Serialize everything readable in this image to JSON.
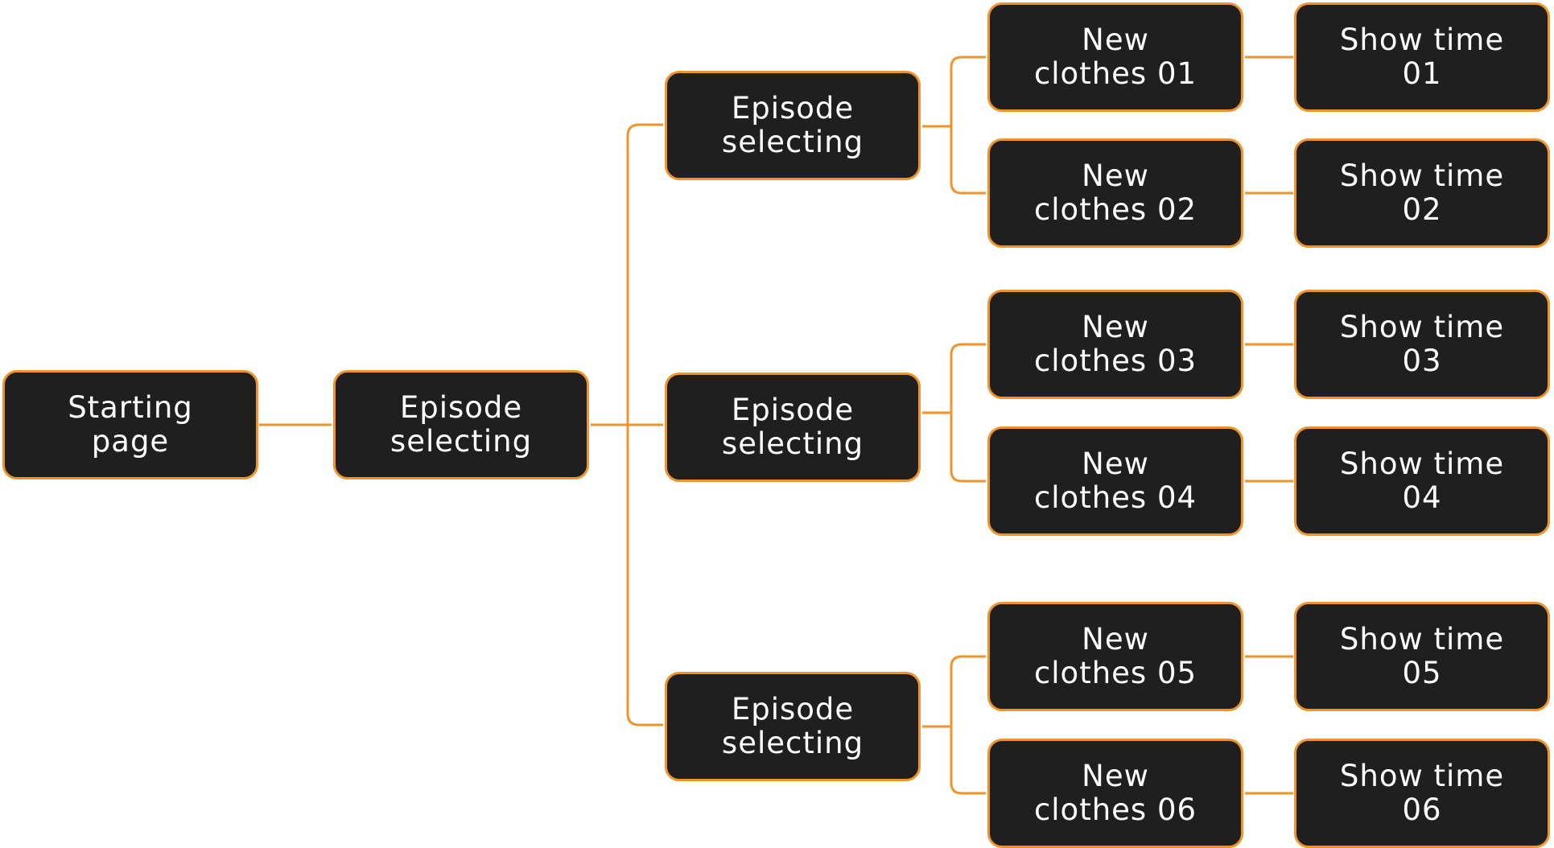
{
  "root": {
    "line1": "Starting",
    "line2": "page"
  },
  "level1": {
    "line1": "Episode",
    "line2": "selecting"
  },
  "episodes": [
    {
      "line1": "Episode",
      "line2": "selecting"
    },
    {
      "line1": "Episode",
      "line2": "selecting"
    },
    {
      "line1": "Episode",
      "line2": "selecting"
    }
  ],
  "clothes": [
    {
      "line1": "New",
      "line2": "clothes 01"
    },
    {
      "line1": "New",
      "line2": "clothes 02"
    },
    {
      "line1": "New",
      "line2": "clothes 03"
    },
    {
      "line1": "New",
      "line2": "clothes 04"
    },
    {
      "line1": "New",
      "line2": "clothes 05"
    },
    {
      "line1": "New",
      "line2": "clothes 06"
    }
  ],
  "showtimes": [
    {
      "line1": "Show time",
      "line2": "01"
    },
    {
      "line1": "Show time",
      "line2": "02"
    },
    {
      "line1": "Show time",
      "line2": "03"
    },
    {
      "line1": "Show time",
      "line2": "04"
    },
    {
      "line1": "Show time",
      "line2": "05"
    },
    {
      "line1": "Show time",
      "line2": "06"
    }
  ],
  "colors": {
    "node_fill": "#1f1f1f",
    "accent": "#f0932b",
    "text": "#ffffff",
    "background": "#ffffff"
  }
}
